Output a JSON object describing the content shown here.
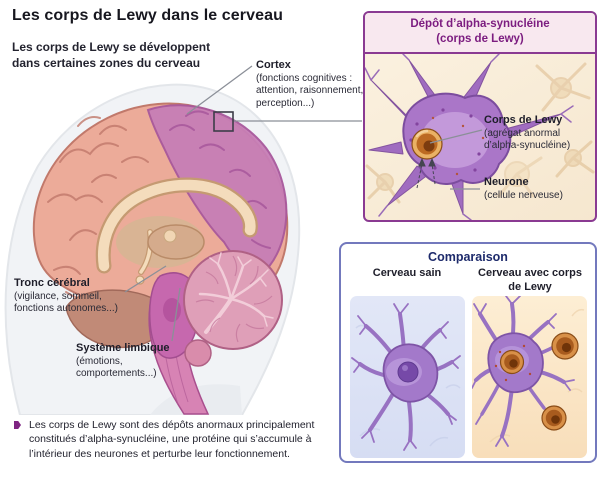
{
  "page_title": "Les corps de Lewy dans le cerveau",
  "subtitle": {
    "line1": "Les corps de Lewy se développent",
    "line2": "dans certaines zones du cerveau"
  },
  "brain": {
    "labels": [
      {
        "name": "Cortex",
        "desc": "(fonctions cognitives : attention, raisonnement, perception...)"
      },
      {
        "name": "Tronc cérébral",
        "desc": "(vigilance, sommeil, fonctions autonomes...)"
      },
      {
        "name": "Système limbique",
        "desc": "(émotions, comportements...)"
      }
    ]
  },
  "deposit_panel": {
    "title_line1": "Dépôt d’alpha-synucléine",
    "title_line2": "(corps de Lewy)",
    "labels": [
      {
        "name": "Corps de Lewy",
        "desc": "(agrégat anormal d’alpha-synucléine)"
      },
      {
        "name": "Neurone",
        "desc": "(cellule nerveuse)"
      }
    ]
  },
  "comparison_panel": {
    "title": "Comparaison",
    "left_label": "Cerveau sain",
    "right_label": "Cerveau avec corps de Lewy"
  },
  "footnote": "Les corps de Lewy sont des dépôts anormaux principalement constitués d’alpha-synucléine, une protéine qui s’accumule à l’intérieur des neurones et perturbe leur fonctionnement.",
  "colors": {
    "deposit_border": "#8a3a92",
    "deposit_title_text": "#7c1d80",
    "comparison_border": "#7379bd",
    "comparison_title_text": "#1d2a6b",
    "footnote_bullet": "#7e2482",
    "cortex_highlight": "#c77eb6",
    "brain_salmon": "#ecab99",
    "neuron_purple": "#aa76c8",
    "lewy_body_brown": "#bc6a22",
    "healthy_box_bg": "#dde3f5",
    "lewy_box_bg": "#fae5c9"
  }
}
